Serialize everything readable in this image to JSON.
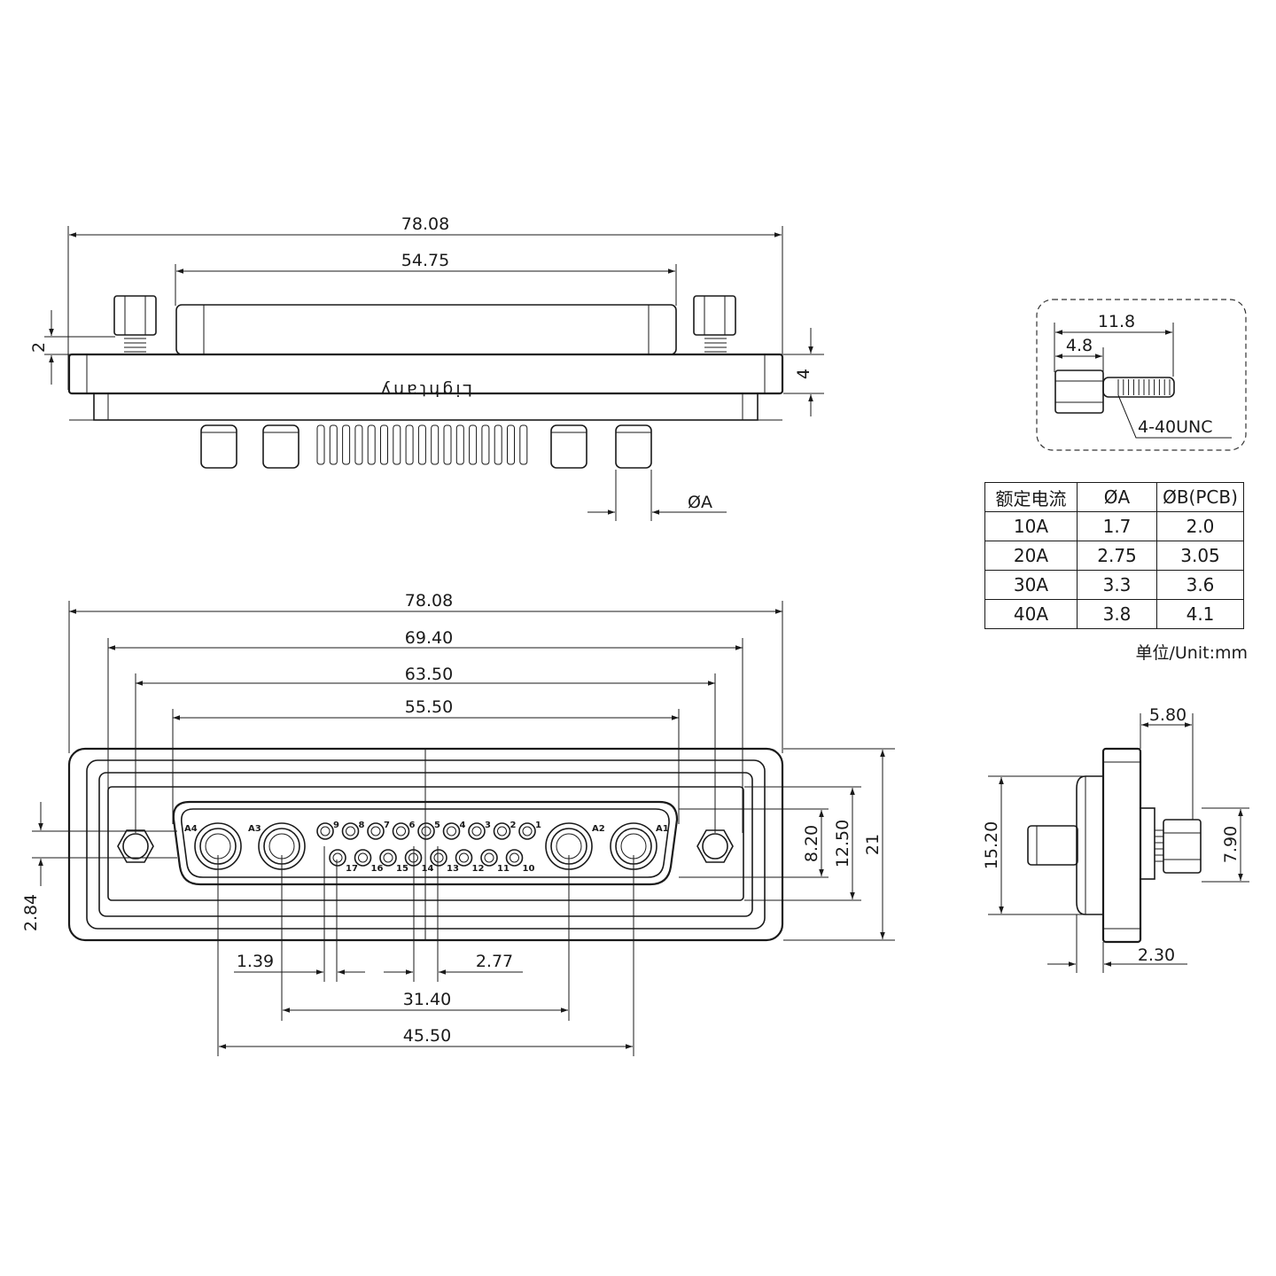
{
  "brand": "Lightany",
  "top_view": {
    "overall_width": "78.08",
    "shell_width": "54.75",
    "screw_height": "2",
    "flange_thickness": "4",
    "pin_diameter": "ØA"
  },
  "screw_detail": {
    "total_length": "11.8",
    "head_length": "4.8",
    "thread": "4-40UNC"
  },
  "spec_table": {
    "headers": [
      "额定电流",
      "ØA",
      "ØB(PCB)"
    ],
    "rows": [
      [
        "10A",
        "1.7",
        "2.0"
      ],
      [
        "20A",
        "2.75",
        "3.05"
      ],
      [
        "30A",
        "3.3",
        "3.6"
      ],
      [
        "40A",
        "3.8",
        "4.1"
      ]
    ]
  },
  "unit_note": "单位/Unit:mm",
  "front_view": {
    "overall_width": "78.08",
    "flange_inner": "69.40",
    "hole_spacing": "63.50",
    "shell_inner": "55.50",
    "height_total": "21",
    "height_shell": "12.50",
    "height_inner": "8.20",
    "offset_vertical": "2.84",
    "pitch_small": "1.39",
    "pitch_signal": "2.77",
    "power_inner": "31.40",
    "power_outer": "45.50",
    "pin_labels_top": [
      "9",
      "8",
      "7",
      "6",
      "5",
      "4",
      "3",
      "2",
      "1"
    ],
    "pin_labels_bottom": [
      "17",
      "16",
      "15",
      "14",
      "13",
      "12",
      "11",
      "10"
    ],
    "power_labels": [
      "A4",
      "A3",
      "A2",
      "A1"
    ]
  },
  "side_view": {
    "depth": "5.80",
    "height": "15.20",
    "screw_height": "7.90",
    "flange": "2.30"
  }
}
